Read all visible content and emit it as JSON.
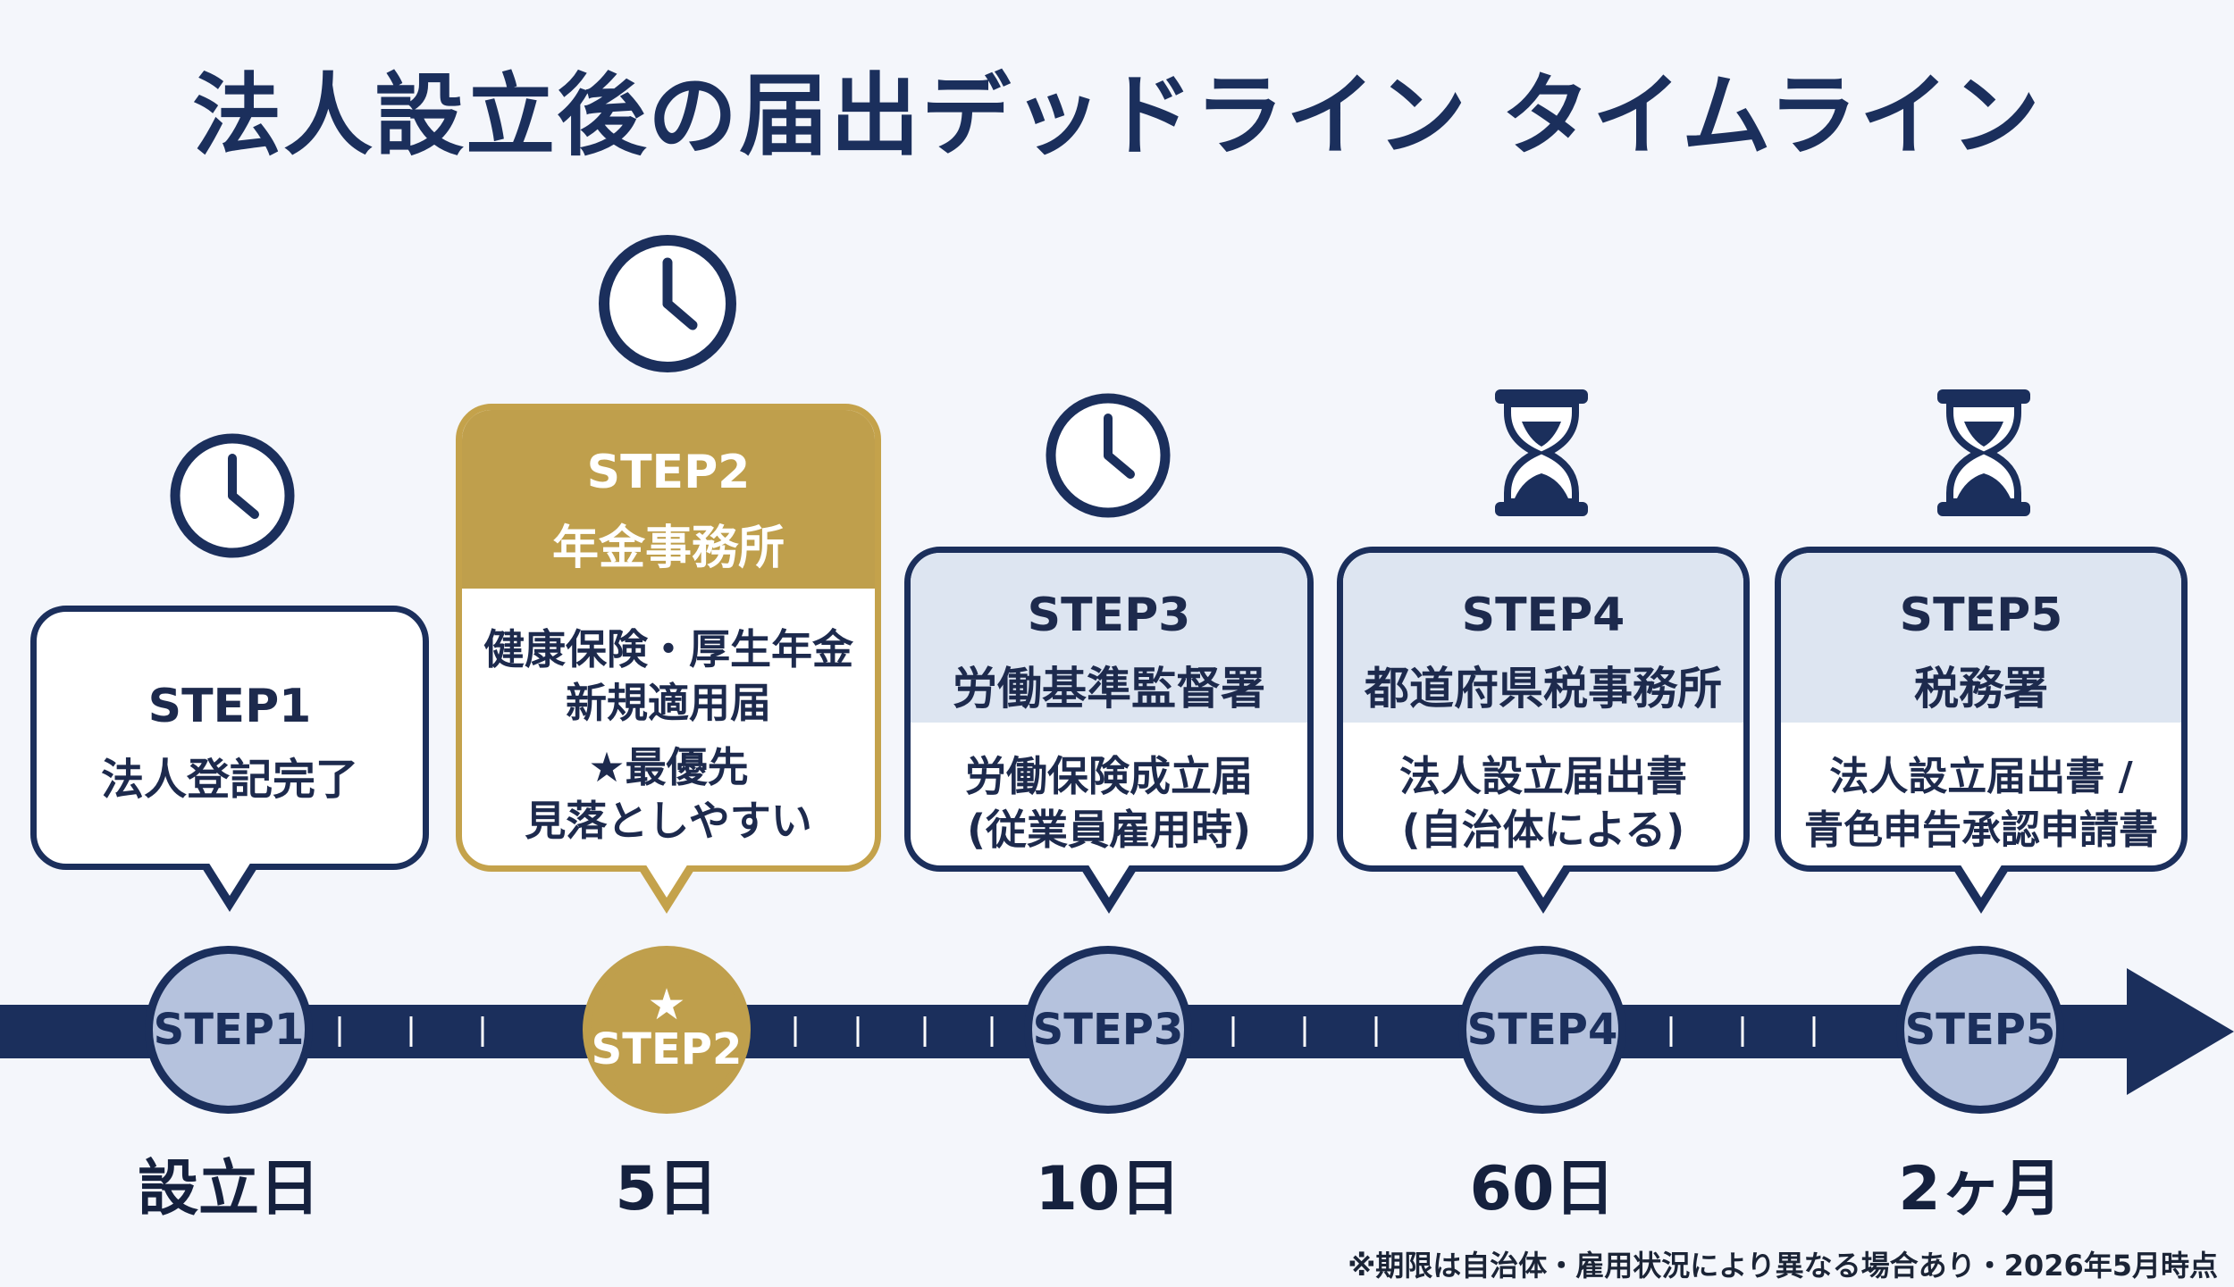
{
  "title": "法人設立後の届出デッドライン タイムライン",
  "steps": [
    {
      "step": "STEP1",
      "office": "法人登記完了",
      "node": "STEP1",
      "day": "設立日",
      "icon": "clock-icon",
      "highlight": false
    },
    {
      "step": "STEP2",
      "office": "年金事務所",
      "desc1": "健康保険・厚生年金",
      "desc2": "新規適用届",
      "note1": "★最優先",
      "note2": "見落としやすい",
      "node": "STEP2",
      "node_star": "★",
      "day": "5日",
      "icon": "clock-icon",
      "highlight": true
    },
    {
      "step": "STEP3",
      "office": "労働基準監督署",
      "desc1": "労働保険成立届",
      "desc2": "(従業員雇用時)",
      "node": "STEP3",
      "day": "10日",
      "icon": "clock-icon",
      "highlight": false
    },
    {
      "step": "STEP4",
      "office": "都道府県税事務所",
      "desc1": "法人設立届出書",
      "desc2": "(自治体による)",
      "node": "STEP4",
      "day": "60日",
      "icon": "hourglass-icon",
      "highlight": false
    },
    {
      "step": "STEP5",
      "office": "税務署",
      "desc1": "法人設立届出書 /",
      "desc2": "青色申告承認申請書",
      "node": "STEP5",
      "day": "2ヶ月",
      "icon": "hourglass-icon",
      "highlight": false
    }
  ],
  "footnote": "※期限は自治体・雇用状況により異なる場合あり・2026年5月時点",
  "colors": {
    "navy": "#1b2f5c",
    "gold": "#bf9f4c",
    "node_fill": "#b5c2dd",
    "header_fill": "#dde5f1",
    "background": "#f4f6fb"
  }
}
